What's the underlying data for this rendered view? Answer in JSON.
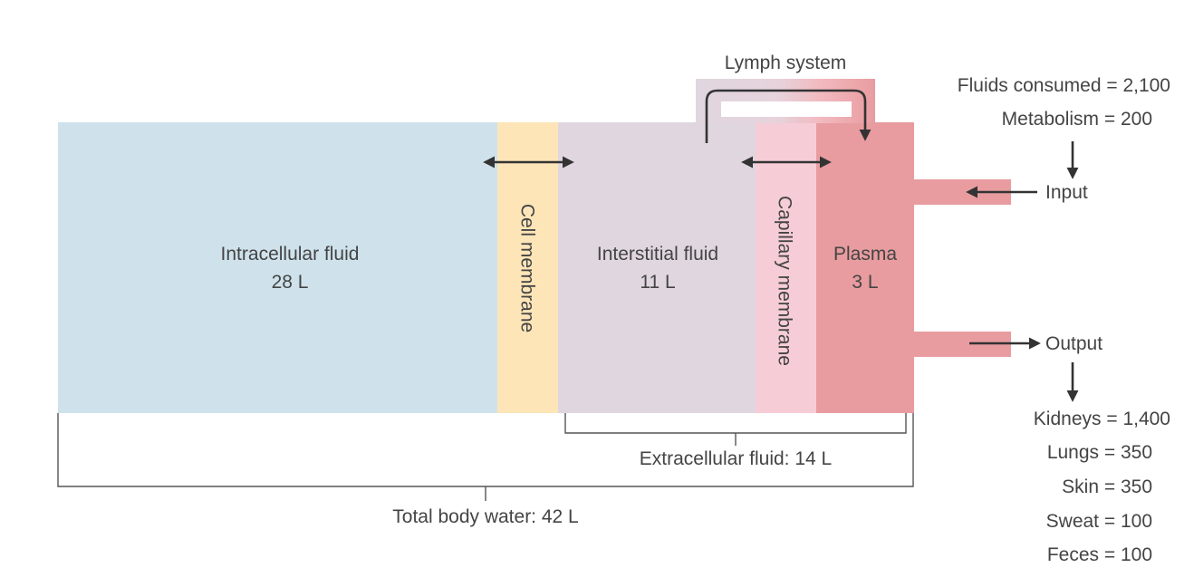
{
  "compartments": {
    "intracellular": {
      "name": "Intracellular fluid",
      "volume": "28 L",
      "color": "#cfe2ec"
    },
    "cell_membrane": {
      "name": "Cell membrane",
      "color": "#fde5b8"
    },
    "interstitial": {
      "name": "Interstitial fluid",
      "volume": "11 L",
      "color": "#e0d6df"
    },
    "capillary_membrane": {
      "name": "Capillary membrane",
      "color": "#f6cdd6"
    },
    "plasma": {
      "name": "Plasma",
      "volume": "3 L",
      "color": "#e89ca0"
    }
  },
  "lymph": {
    "label": "Lymph system"
  },
  "brackets": {
    "extracellular": "Extracellular fluid: 14 L",
    "total": "Total body water: 42 L"
  },
  "input": {
    "label": "Input",
    "sources": [
      "Fluids consumed = 2,100",
      "Metabolism = 200"
    ]
  },
  "output": {
    "label": "Output",
    "routes": [
      "Kidneys = 1,400",
      "Lungs = 350",
      "Skin = 350",
      "Sweat = 100",
      "Feces = 100"
    ]
  },
  "icons": {
    "double_arrow": "double-arrow-icon",
    "arrow": "arrow-icon"
  }
}
